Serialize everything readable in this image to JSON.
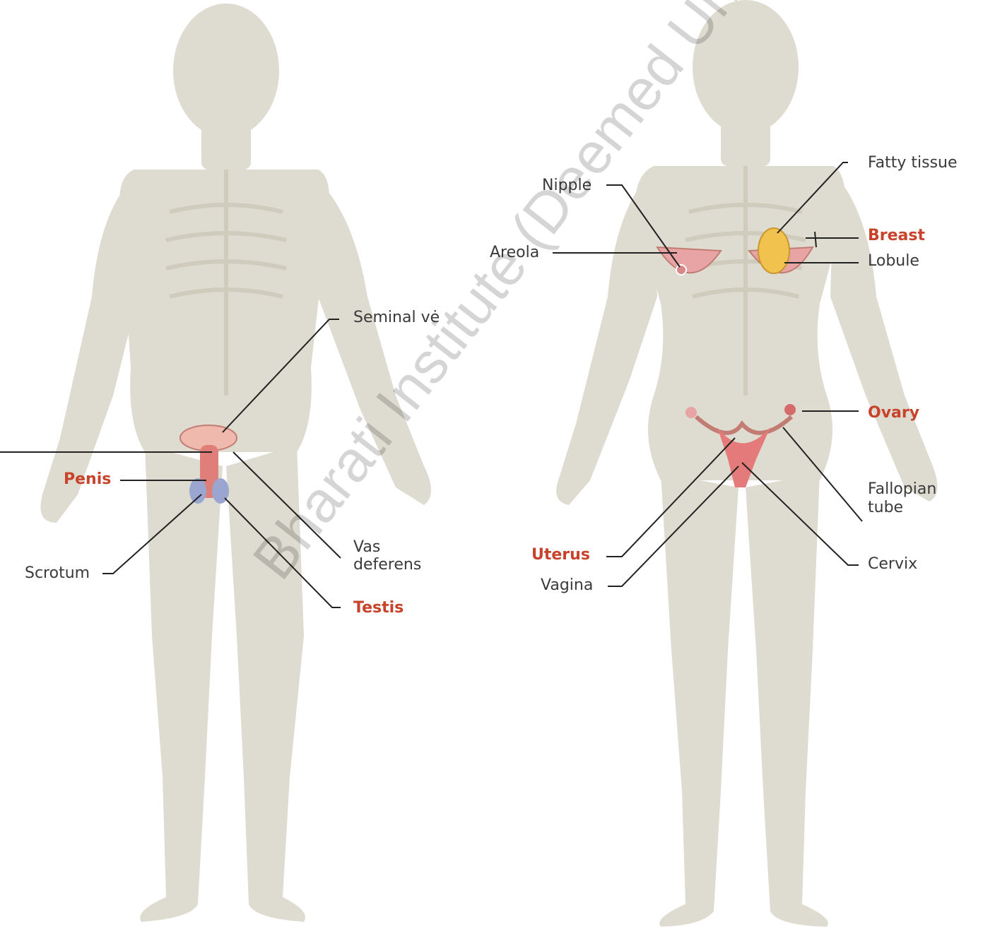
{
  "male": {
    "labels": {
      "seminal": "Seminal vė",
      "penis": "Penis",
      "scrotum": "Scrotum",
      "vas_1": "Vas",
      "vas_2": "deferens",
      "testis": "Testis"
    }
  },
  "female": {
    "labels": {
      "nipple": "Nipple",
      "areola": "Areola",
      "fatty": "Fatty tissue",
      "breast": "Breast",
      "lobule": "Lobule",
      "ovary": "Ovary",
      "fallopian_1": "Fallopian",
      "fallopian_2": "tube",
      "uterus": "Uterus",
      "vagina": "Vagina",
      "cervix": "Cervix"
    }
  },
  "watermark": "Bharati Institute (Deemed University), Ladnun",
  "colors": {
    "body": "#dedbd0",
    "bone": "#cfcbbd",
    "label_text": "#3a3a3a",
    "key_label": "#c8432b",
    "organ": "#e69a9a"
  }
}
